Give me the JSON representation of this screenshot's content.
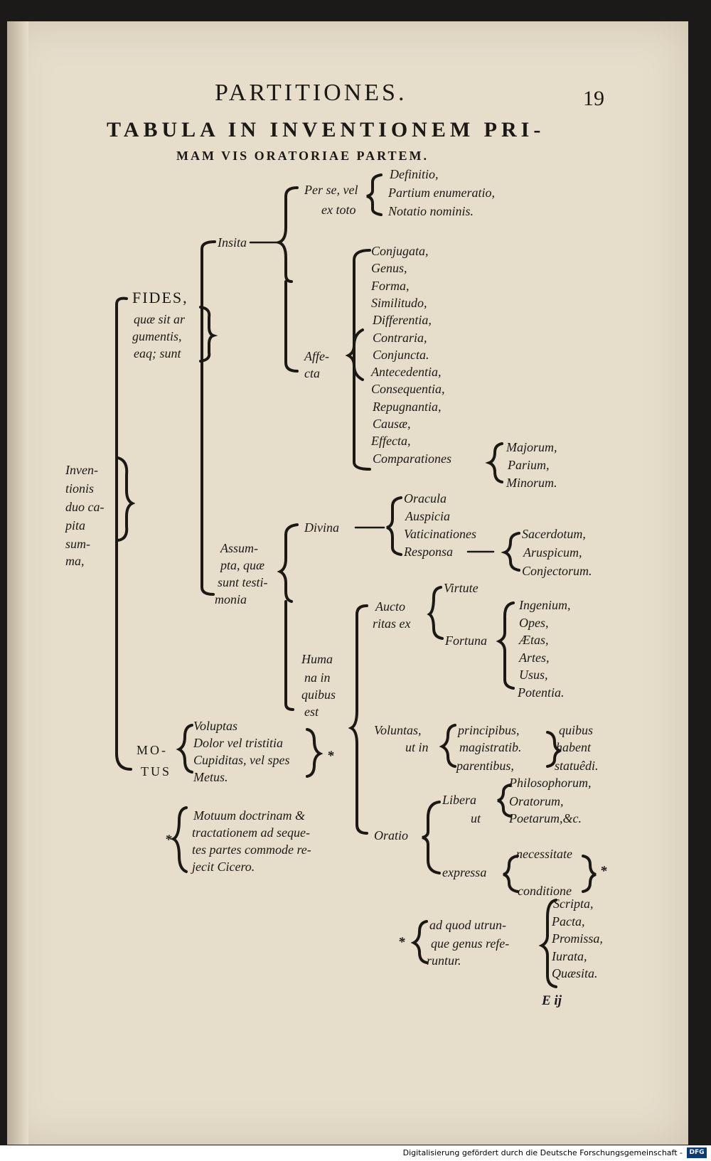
{
  "header": {
    "running_title": "PARTITIONES.",
    "page_number": "19",
    "table_title_line1": "TABULA IN INVENTIONEM PRI-",
    "table_title_line2": "MAM VIS ORATORIAE PARTEM."
  },
  "root": [
    "Inven-",
    "tionis",
    "duo ca-",
    "pita",
    "sum-",
    "ma,"
  ],
  "fides": {
    "label": "FIDES,",
    "desc": [
      "quæ sit ar",
      "gumentis,",
      "eaq; sunt"
    ]
  },
  "insita": {
    "label": "Insita",
    "perse": {
      "label": [
        "Per se, vel",
        "ex toto"
      ],
      "items": [
        "Definitio,",
        "Partium enumeratio,",
        "Notatio nominis."
      ]
    },
    "affecta": {
      "label": [
        "Affe-",
        "cta"
      ],
      "items": [
        "Conjugata,",
        "Genus,",
        "Forma,",
        "Similitudo,",
        "Differentia,",
        "Contraria,",
        "Conjuncta.",
        "Antecedentia,",
        "Consequentia,",
        "Repugnantia,",
        "Causæ,",
        "Effecta,",
        "Comparationes"
      ],
      "comparationes": [
        "Majorum,",
        "Parium,",
        "Minorum."
      ]
    }
  },
  "assumpta": {
    "label": [
      "Assum-",
      "pta, quæ",
      "sunt testi-",
      "monia"
    ],
    "divina": {
      "label": "Divina",
      "items": [
        "Oracula",
        "Auspicia",
        "Vaticinationes",
        "Responsa"
      ],
      "responsa": [
        "Sacerdotum,",
        "Aruspicum,",
        "Conjectorum."
      ]
    },
    "humana": {
      "label": [
        "Huma",
        "na in",
        "quibus",
        "est"
      ],
      "auctoritas": {
        "label": [
          "Aucto",
          "ritas ex"
        ],
        "virtute": "Virtute",
        "fortuna": "Fortuna",
        "fortuna_items": [
          "Ingenium,",
          "Opes,",
          "Ætas,",
          "Artes,",
          "Usus,",
          "Potentia."
        ]
      },
      "voluntas": {
        "label": [
          "Voluntas,",
          "ut in"
        ],
        "items": [
          "principibus,",
          "magistratib.",
          "parentibus,"
        ],
        "tail": [
          "quibus",
          "habent",
          "statuêdi."
        ]
      },
      "oratio": {
        "label": "Oratio",
        "libera": {
          "label": [
            "Libera",
            "ut"
          ],
          "items": [
            "Philosophorum,",
            "Oratorum,",
            "Poetarum,&c."
          ]
        },
        "expressa": {
          "label": "expressa",
          "items": [
            "necessitate",
            "conditione"
          ]
        }
      }
    }
  },
  "motus": {
    "label": [
      "MO-",
      "TUS"
    ],
    "items": [
      "Voluptas",
      "Dolor vel tristitia",
      "Cupiditas, vel spes",
      "Metus."
    ]
  },
  "asterisk": "*",
  "note_motus": [
    "Motuum doctrinam &",
    "tractationem ad seque-",
    "tes partes commode re-",
    "jecit Cicero."
  ],
  "note_genus": {
    "text": [
      "ad quod utrun-",
      "que genus refe-",
      "runtur."
    ],
    "items": [
      "Scripta,",
      "Pacta,",
      "Promissa,",
      "Iurata,",
      "Quæsita."
    ]
  },
  "signature": "E ij",
  "footer": {
    "text": "Digitalisierung gefördert durch die Deutsche Forschungsgemeinschaft -",
    "logo": "DFG"
  }
}
